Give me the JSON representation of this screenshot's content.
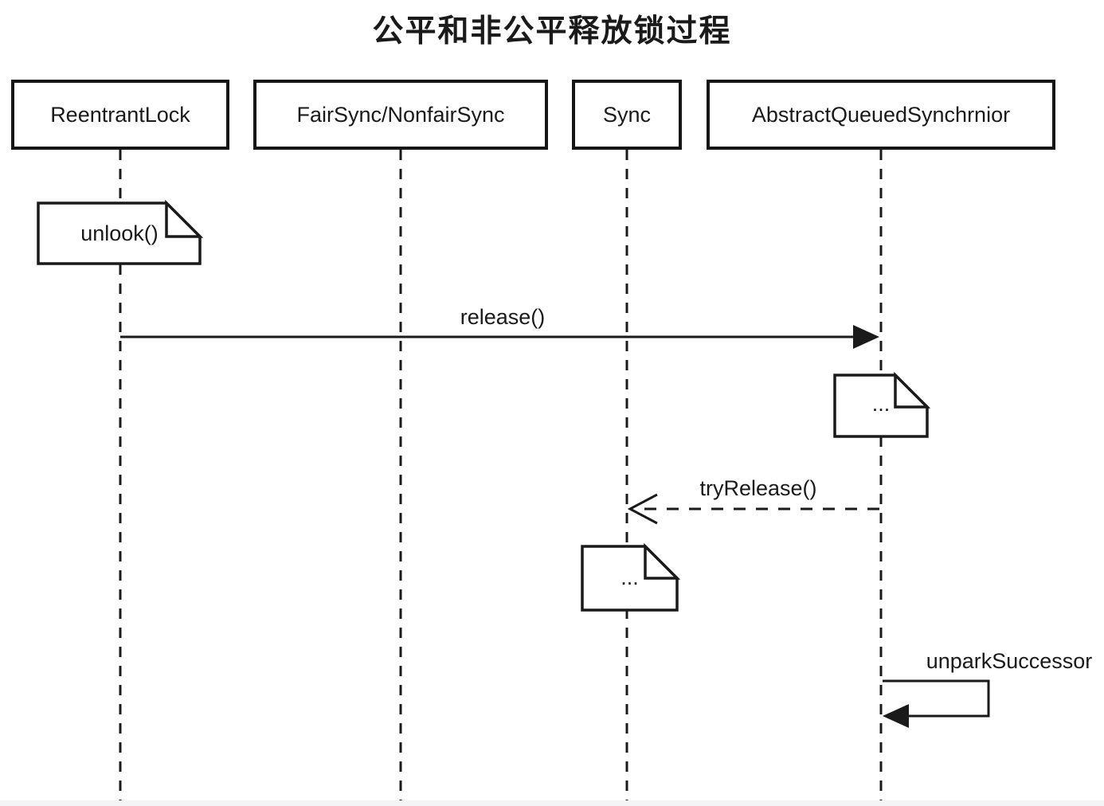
{
  "title": "公平和非公平释放锁过程",
  "participants": [
    {
      "label": "ReentrantLock"
    },
    {
      "label": "FairSync/NonfairSync"
    },
    {
      "label": "Sync"
    },
    {
      "label": "AbstractQueuedSynchrnior"
    }
  ],
  "notes": [
    {
      "text": "unlook()",
      "attached_to": "ReentrantLock"
    },
    {
      "text": "...",
      "attached_to": "AbstractQueuedSynchrnior"
    },
    {
      "text": "...",
      "attached_to": "Sync"
    }
  ],
  "messages": [
    {
      "label": "release()",
      "from": "ReentrantLock",
      "to": "AbstractQueuedSynchrnior",
      "style": "solid-filled-arrow"
    },
    {
      "label": "tryRelease()",
      "from": "AbstractQueuedSynchrnior",
      "to": "Sync",
      "style": "dashed-open-arrow"
    },
    {
      "label": "unparkSuccessor",
      "from": "AbstractQueuedSynchrnior",
      "to": "AbstractQueuedSynchrnior",
      "style": "self-call-filled-arrow"
    }
  ],
  "colors": {
    "line": "#1a1a1a",
    "background": "#ffffff",
    "note_fill": "#ffffff",
    "bottom_strip": "#f4f4f6"
  }
}
